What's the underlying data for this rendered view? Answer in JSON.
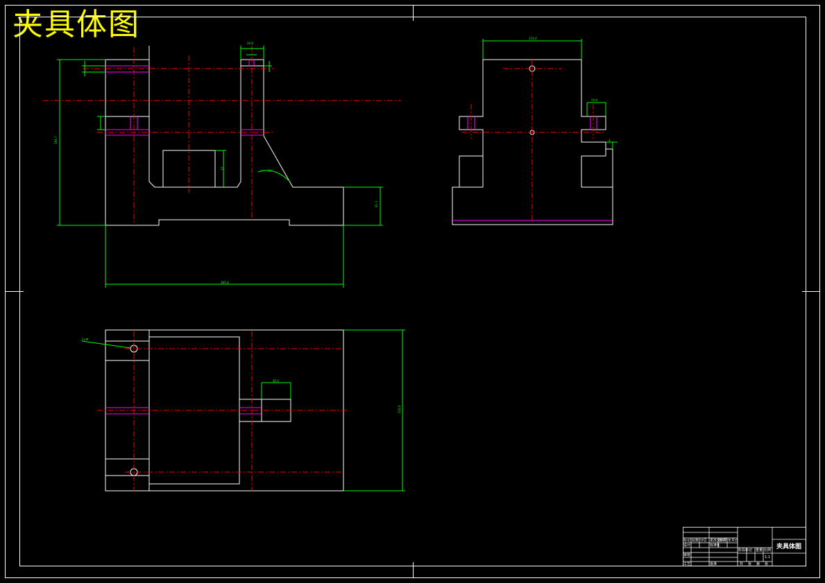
{
  "title": "夹具体图",
  "title_block": {
    "drawing_name": "夹具体图",
    "cells": [
      "标记",
      "处数",
      "分区",
      "更改文件号",
      "签名",
      "年月日",
      "设计",
      "标准化",
      "阶段标记",
      "重量",
      "比例",
      "审核",
      "工艺",
      "批准",
      "共",
      "张",
      "第",
      "张",
      "1:1"
    ]
  },
  "colors": {
    "background": "#000000",
    "outline": "#ffffff",
    "centerline": "#ff0000",
    "dimension": "#00ff00",
    "hidden": "#ff00ff",
    "title": "#ffff00"
  }
}
